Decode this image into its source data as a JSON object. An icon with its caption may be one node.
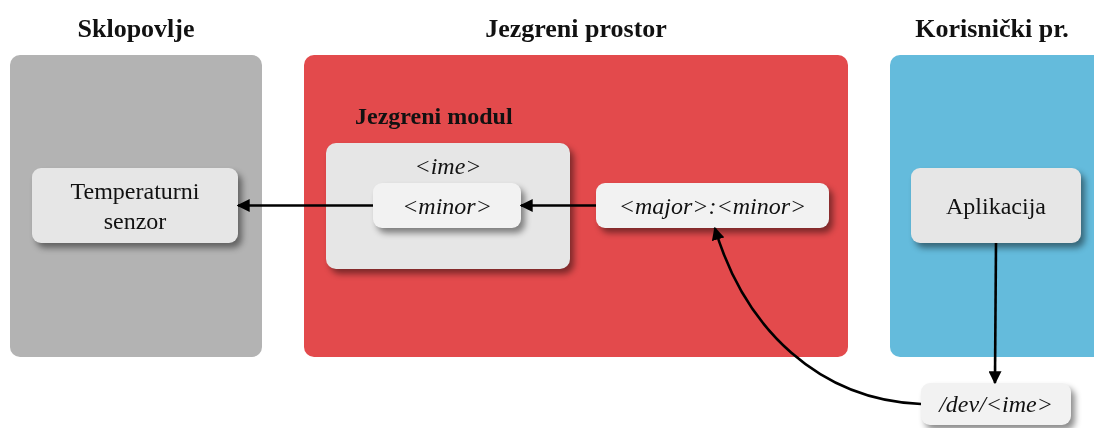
{
  "diagram": {
    "nodes": [
      {
        "text": [
          "Sklopovlje"
        ]
      },
      {
        "text": [
          "Temperaturni senzor"
        ],
        "in": 0
      },
      {
        "text": [
          "Jezgreni prostor"
        ]
      },
      {
        "text": [
          "Jezgreni modul",
          "<ime>"
        ],
        "in": 2
      },
      {
        "text": [
          "<minor>"
        ],
        "in": 3
      },
      {
        "text": [
          "<major>:<minor>"
        ],
        "in": 2
      },
      {
        "text": [
          "Korisnički pr."
        ]
      },
      {
        "text": [
          "Aplikacija"
        ],
        "in": 6
      },
      {
        "text": [
          "/dev/<ime>"
        ]
      }
    ],
    "edges": [
      {
        "from": 4,
        "to": 1,
        "arrow": "to"
      },
      {
        "from": 5,
        "to": 4,
        "arrow": "to"
      },
      {
        "from": 8,
        "to": 5,
        "arrow": "to"
      },
      {
        "from": 7,
        "to": 8,
        "arrow": "to"
      }
    ]
  }
}
